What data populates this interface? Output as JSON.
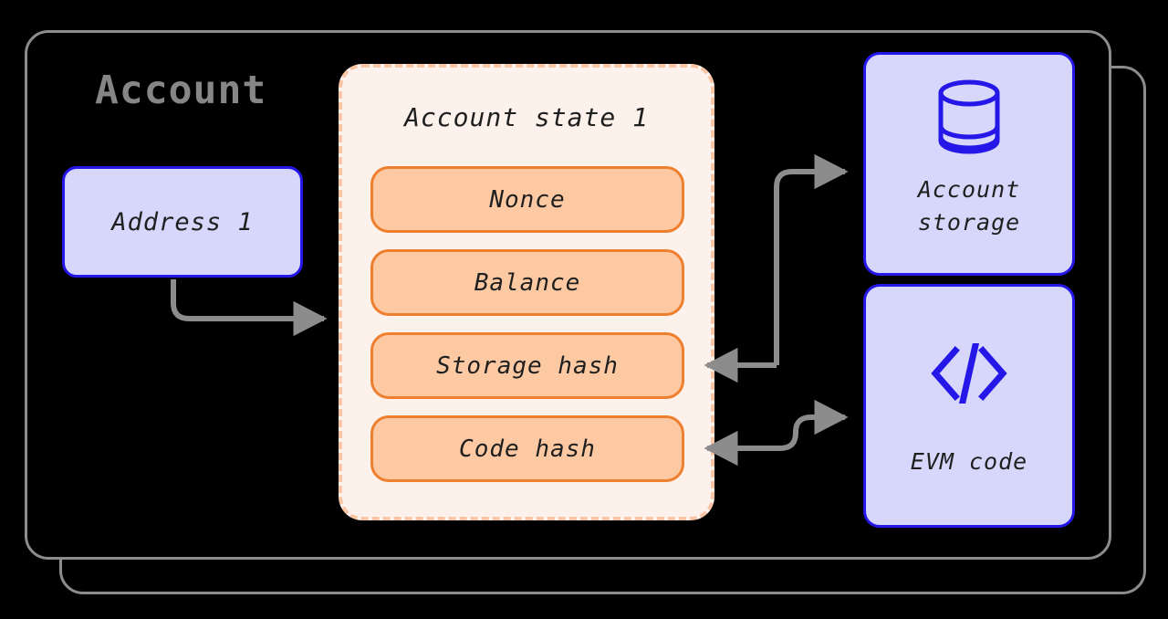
{
  "diagram": {
    "title": "Account",
    "background": "#000000",
    "frame_color": "#8c8c8c",
    "arrow_color": "#8c8c8c",
    "accent_blue": "#2417e8",
    "accent_blue_fill": "#d7d7fb",
    "accent_orange": "#ee7f2e",
    "accent_orange_fill": "#fcc9a3",
    "state_fill": "#fdf1ec",
    "state_border": "#fac5a4"
  },
  "address": {
    "label": "Address 1"
  },
  "account_state": {
    "title": "Account state 1",
    "rows": [
      {
        "label": "Nonce"
      },
      {
        "label": "Balance"
      },
      {
        "label": "Storage hash"
      },
      {
        "label": "Code hash"
      }
    ]
  },
  "side_boxes": [
    {
      "id": "account-storage",
      "icon": "database-icon",
      "label_line1": "Account",
      "label_line2": "storage"
    },
    {
      "id": "evm-code",
      "icon": "code-brackets-icon",
      "label_line1": "EVM code",
      "label_line2": ""
    }
  ],
  "connections": [
    {
      "id": "address-to-state",
      "from": "Address 1",
      "to": "Account state 1"
    },
    {
      "id": "state-to-storage",
      "from": "Account state 1",
      "to": "Account storage"
    },
    {
      "id": "storage-to-storage-hash",
      "from": "Account storage",
      "to": "Storage hash"
    },
    {
      "id": "state-to-evm",
      "from": "Account state 1",
      "to": "EVM code"
    },
    {
      "id": "evm-to-code-hash",
      "from": "EVM code",
      "to": "Code hash"
    }
  ]
}
